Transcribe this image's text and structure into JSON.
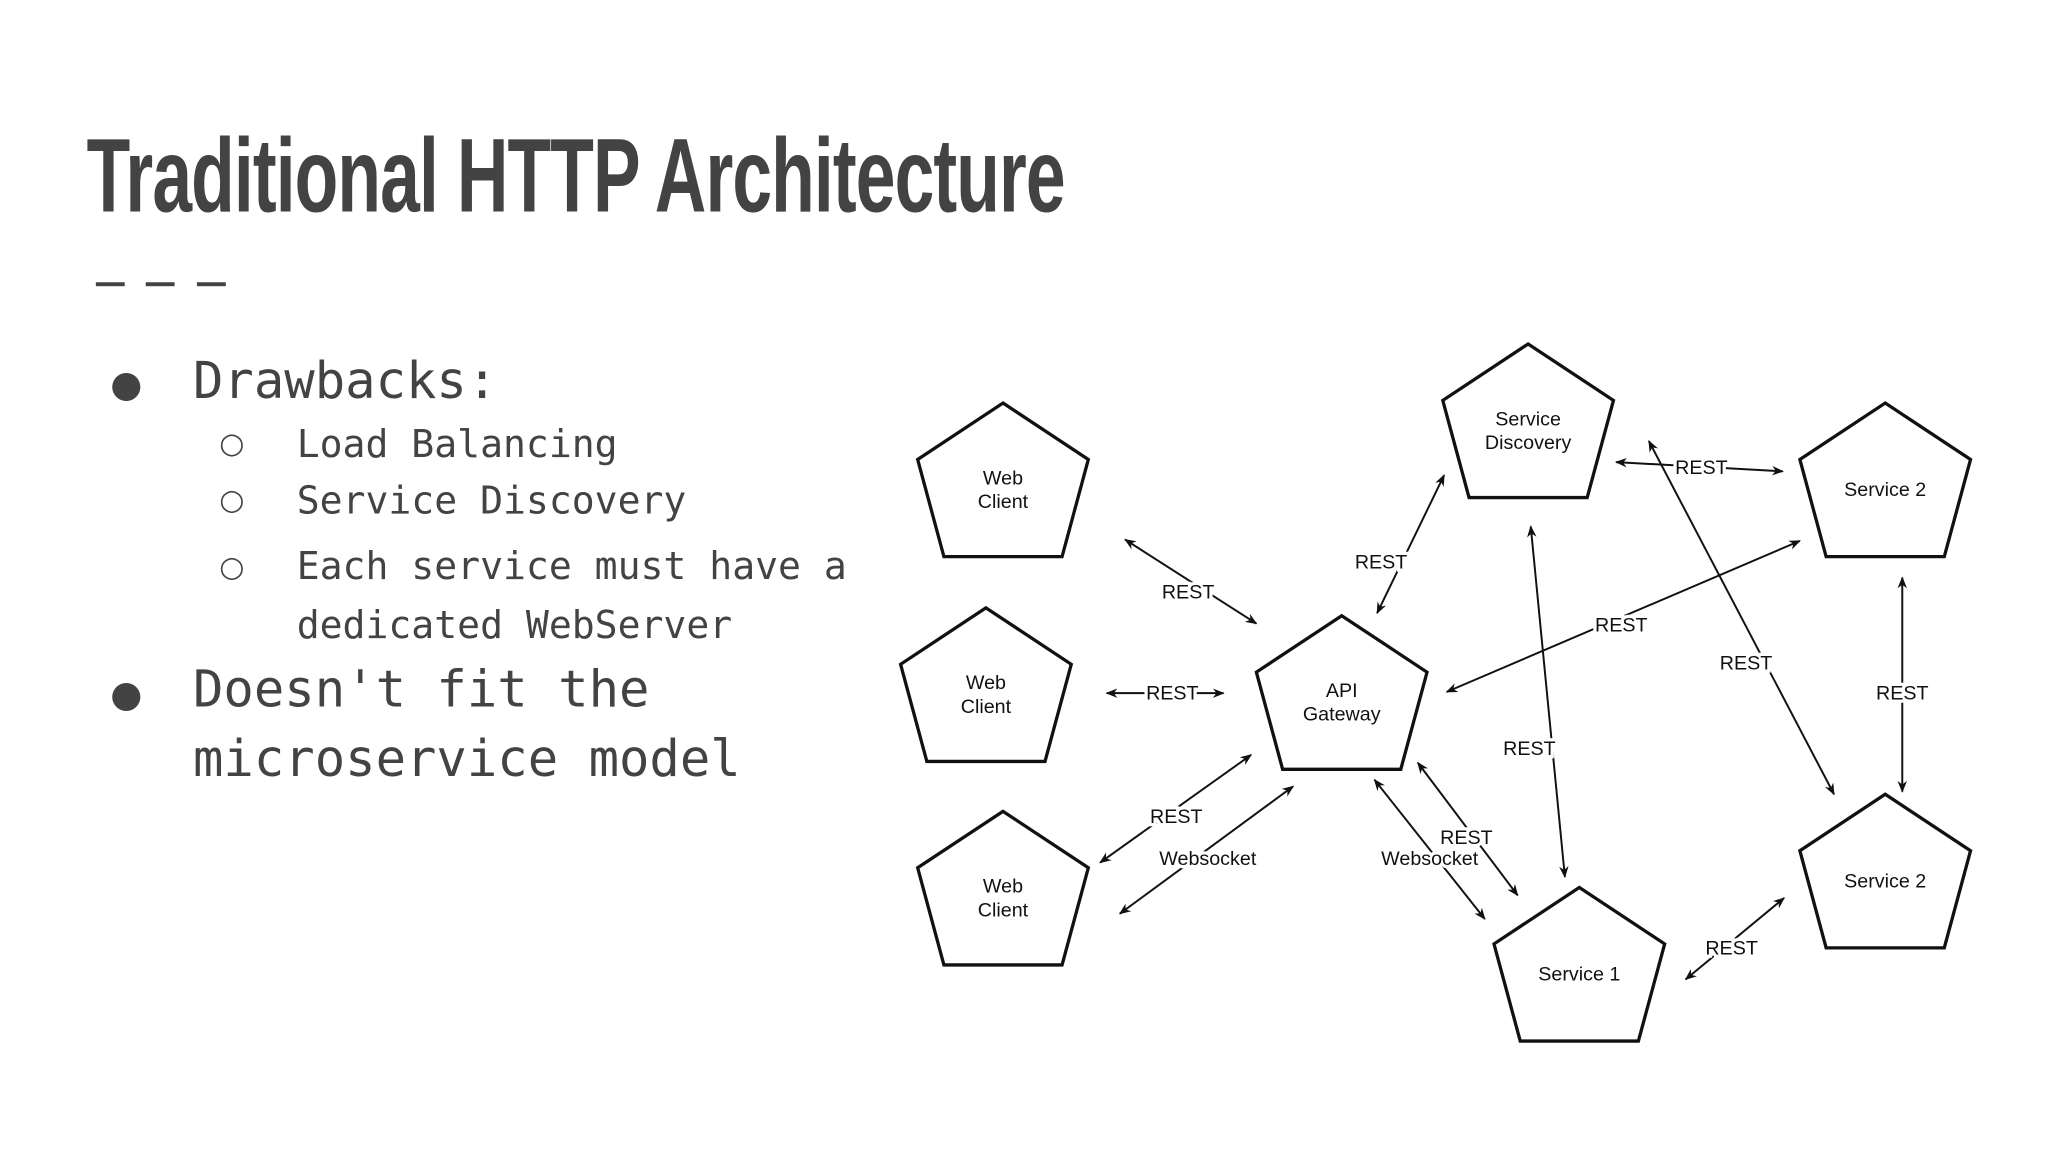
{
  "title": "Traditional HTTP Architecture",
  "bullets": {
    "drawbacks": "Drawbacks:",
    "sub": [
      "Load Balancing",
      "Service Discovery",
      "Each service must have a",
      "dedicated WebServer"
    ],
    "second_line1": "Doesn't fit the",
    "second_line2": "microservice model"
  },
  "diagram": {
    "nodes": [
      {
        "id": "web1",
        "lines": [
          "Web",
          "Client"
        ]
      },
      {
        "id": "web2",
        "lines": [
          "Web",
          "Client"
        ]
      },
      {
        "id": "web3",
        "lines": [
          "Web",
          "Client"
        ]
      },
      {
        "id": "gw",
        "lines": [
          "API",
          "Gateway"
        ]
      },
      {
        "id": "sd",
        "lines": [
          "Service",
          "Discovery"
        ]
      },
      {
        "id": "s2a",
        "lines": [
          "Service 2"
        ]
      },
      {
        "id": "s2b",
        "lines": [
          "Service 2"
        ]
      },
      {
        "id": "s1",
        "lines": [
          "Service 1"
        ]
      }
    ],
    "edges": [
      {
        "from": "web1",
        "to": "gw",
        "label": "REST"
      },
      {
        "from": "web2",
        "to": "gw",
        "label": "REST"
      },
      {
        "from": "web3",
        "to": "gw",
        "label": "REST"
      },
      {
        "from": "web3",
        "to": "gw",
        "label": "Websocket"
      },
      {
        "from": "gw",
        "to": "sd",
        "label": "REST"
      },
      {
        "from": "gw",
        "to": "s2a",
        "label": "REST"
      },
      {
        "from": "sd",
        "to": "s2a",
        "label": "REST"
      },
      {
        "from": "sd",
        "to": "s1",
        "label": "REST"
      },
      {
        "from": "sd",
        "to": "s2b",
        "label": "REST"
      },
      {
        "from": "s2a",
        "to": "s2b",
        "label": "REST"
      },
      {
        "from": "gw",
        "to": "s1",
        "label": "Websocket"
      },
      {
        "from": "gw",
        "to": "s1",
        "label": "REST"
      },
      {
        "from": "s1",
        "to": "s2b",
        "label": "REST"
      }
    ]
  },
  "colors": {
    "text": "#434343",
    "diagram": "#111111"
  }
}
